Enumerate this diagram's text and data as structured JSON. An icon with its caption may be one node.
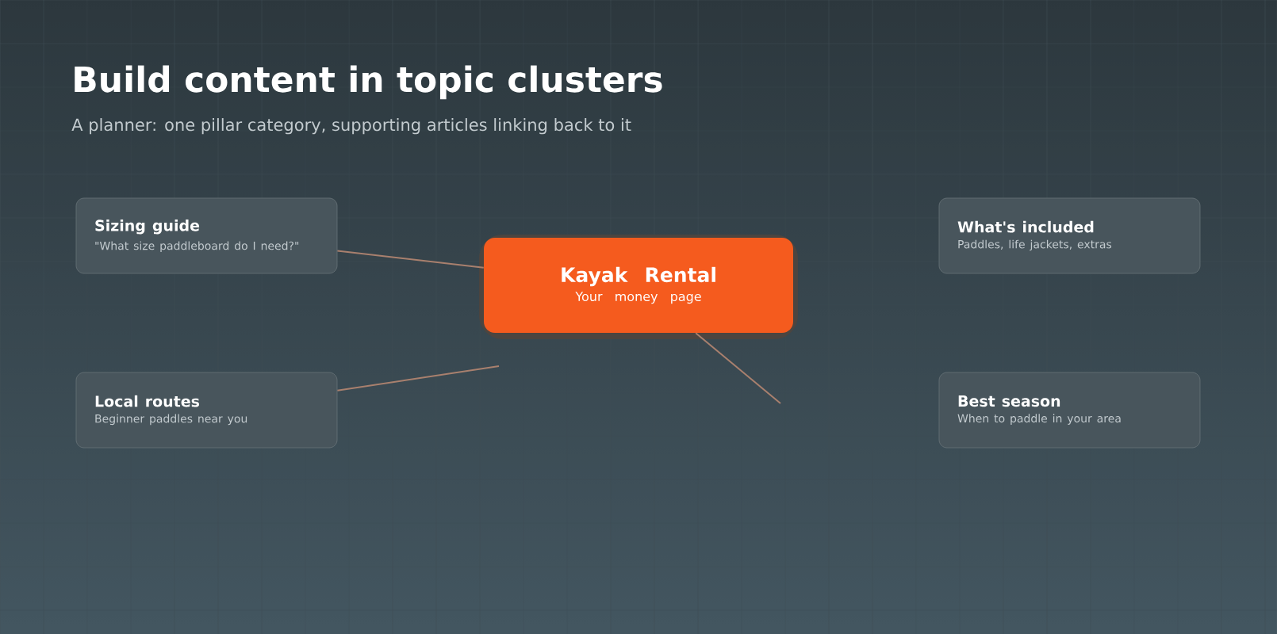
{
  "diagram": {
    "title": "Build content in topic clusters",
    "caption": "A planner: one pillar category, supporting articles linking back to it",
    "nodes": [
      {
        "text": [
          "Sizing guide",
          "\"What size paddleboard do I need?\""
        ]
      },
      {
        "text": [
          "What's included",
          "Paddles, life jackets, extras"
        ]
      },
      {
        "text": [
          "Kayak Rental",
          "Your money page"
        ]
      },
      {
        "text": [
          "Local routes",
          "Beginner paddles near you"
        ]
      },
      {
        "text": [
          "Best season",
          "When to paddle in your area"
        ]
      }
    ],
    "edges": [
      {
        "from": 0,
        "to": 2,
        "arrow": "none"
      },
      {
        "from": 3,
        "to": null,
        "arrow": "none"
      },
      {
        "from": 2,
        "to": null,
        "arrow": "none"
      }
    ]
  }
}
